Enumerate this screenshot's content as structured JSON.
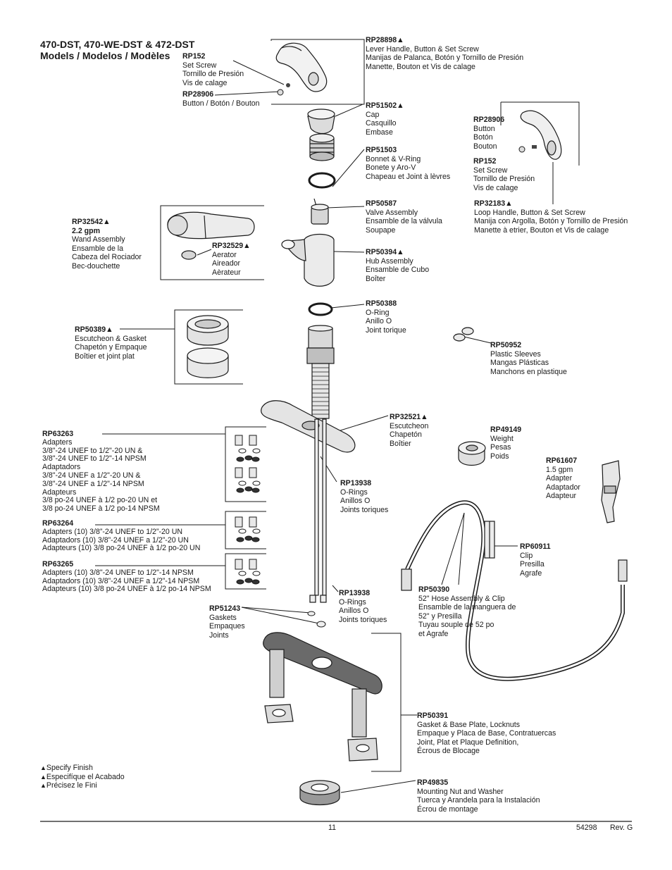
{
  "header": {
    "title_line1": "470-DST, 470-WE-DST & 472-DST",
    "title_line2": "Models / Modelos / Modèles"
  },
  "parts": {
    "rp28898": {
      "pn": "RP28898▲",
      "lines": [
        "Lever Handle, Button & Set Screw",
        "Manijas de Palanca, Botón y Tornillo de Presión",
        "Manette, Bouton et Vis de calage"
      ]
    },
    "rp152_a": {
      "pn": "RP152",
      "lines": [
        "Set Screw",
        "Tornillo de Presión",
        "Vis de calage"
      ]
    },
    "rp28906_a": {
      "pn": "RP28906",
      "lines": [
        "Button / Botón / Bouton"
      ]
    },
    "rp51502": {
      "pn": "RP51502▲",
      "lines": [
        "Cap",
        "Casquillo",
        "Embase"
      ]
    },
    "rp51503": {
      "pn": "RP51503",
      "lines": [
        "Bonnet & V-Ring",
        "Bonete y Aro-V",
        "Chapeau et Joint à lèvres"
      ]
    },
    "rp28906_b": {
      "pn": "RP28906",
      "lines": [
        "Button",
        "Botón",
        "Bouton"
      ]
    },
    "rp152_b": {
      "pn": "RP152",
      "lines": [
        "Set Screw",
        "Tornillo de Presión",
        "Vis de calage"
      ]
    },
    "rp32183": {
      "pn": "RP32183▲",
      "lines": [
        "Loop Handle, Button & Set Screw",
        "Manija con Argolla, Botón y Tornillo de Presión",
        "Manette à etrier, Bouton et Vis de calage"
      ]
    },
    "rp50587": {
      "pn": "RP50587",
      "lines": [
        "Valve Assembly",
        "Ensamble de la válvula",
        "Soupape"
      ]
    },
    "rp32542": {
      "pn": "RP32542▲",
      "lines": [
        "2.2 gpm",
        "Wand Assembly",
        "Ensamble de la",
        "Cabeza del Rociador",
        "Bec-douchette"
      ]
    },
    "rp32529": {
      "pn": "RP32529▲",
      "lines": [
        "Aerator",
        "Aireador",
        "Aèrateur"
      ]
    },
    "rp50394": {
      "pn": "RP50394▲",
      "lines": [
        "Hub Assembly",
        "Ensamble de Cubo",
        "Boîter"
      ]
    },
    "rp50388": {
      "pn": "RP50388",
      "lines": [
        "O-Ring",
        "Anillo O",
        "Joint torique"
      ]
    },
    "rp50389": {
      "pn": "RP50389▲",
      "lines": [
        "Escutcheon & Gasket",
        "Chapetón y Empaque",
        "Boîtier et joint plat"
      ]
    },
    "rp50952": {
      "pn": "RP50952",
      "lines": [
        "Plastic Sleeves",
        "Mangas Plásticas",
        "Manchons en plastique"
      ]
    },
    "rp32521": {
      "pn": "RP32521▲",
      "lines": [
        "Escutcheon",
        "Chapetón",
        "Boîtier"
      ]
    },
    "rp63263": {
      "pn": "RP63263",
      "lines": [
        "Adapters",
        "3/8\"-24 UNEF to 1/2\"-20 UN &",
        "3/8\"-24 UNEF to 1/2\"-14 NPSM",
        "Adaptadors",
        "3/8\"-24 UNEF a 1/2\"-20 UN &",
        "3/8\"-24 UNEF a 1/2\"-14 NPSM",
        "Adapteurs",
        "3/8 po-24 UNEF à 1/2 po-20 UN et",
        "3/8 po-24 UNEF à 1/2 po-14 NPSM"
      ]
    },
    "rp49149": {
      "pn": "RP49149",
      "lines": [
        "Weight",
        "Pesas",
        "Poids"
      ]
    },
    "rp61607": {
      "pn": "RP61607",
      "lines": [
        "1.5 gpm",
        "Adapter",
        "Adaptador",
        "Adapteur"
      ]
    },
    "rp13938_a": {
      "pn": "RP13938",
      "lines": [
        "O-Rings",
        "Anillos O",
        "Joints toriques"
      ]
    },
    "rp63264": {
      "pn": "RP63264",
      "lines": [
        "Adapters (10) 3/8”-24 UNEF to 1/2”-20 UN",
        "Adaptadors (10) 3/8”-24 UNEF a 1/2”-20 UN",
        "Adapteurs (10) 3/8 po-24 UNEF à 1/2 po-20 UN"
      ]
    },
    "rp60911": {
      "pn": "RP60911",
      "lines": [
        "Clip",
        "Presilla",
        "Agrafe"
      ]
    },
    "rp63265": {
      "pn": "RP63265",
      "lines": [
        "Adapters (10) 3/8\"-24 UNEF to 1/2\"-14 NPSM",
        "Adaptadors (10) 3/8”-24 UNEF a 1/2”-14 NPSM",
        "Adapteurs (10) 3/8 po-24 UNEF à 1/2 po-14 NPSM"
      ]
    },
    "rp50390": {
      "pn": "RP50390",
      "lines": [
        "52\" Hose Assembly & Clip",
        "Ensamble de la manguera de",
        "52\" y Presilla",
        "Tuyau souple de 52 po",
        "et Agrafe"
      ]
    },
    "rp13938_b": {
      "pn": "RP13938",
      "lines": [
        "O-Rings",
        "Anillos O",
        "Joints toriques"
      ]
    },
    "rp51243": {
      "pn": "RP51243",
      "lines": [
        "Gaskets",
        "Empaques",
        "Joints"
      ]
    },
    "rp50391": {
      "pn": "RP50391",
      "lines": [
        "Gasket & Base Plate, Locknuts",
        "Empaque y Placa de Base, Contratuercas",
        "Joint, Plat et Plaque Definition,",
        "Écrous de Blocage"
      ]
    },
    "rp49835": {
      "pn": "RP49835",
      "lines": [
        "Mounting Nut and Washer",
        "Tuerca y Arandela para la Instalación",
        "Écrou de montage"
      ]
    }
  },
  "legend": {
    "line1": "Specify Finish",
    "line2": "Especifíque el Acabado",
    "line3": "Précisez le Fini"
  },
  "footer": {
    "page_number": "11",
    "doc_number": "54298",
    "revision": "Rev. G"
  }
}
